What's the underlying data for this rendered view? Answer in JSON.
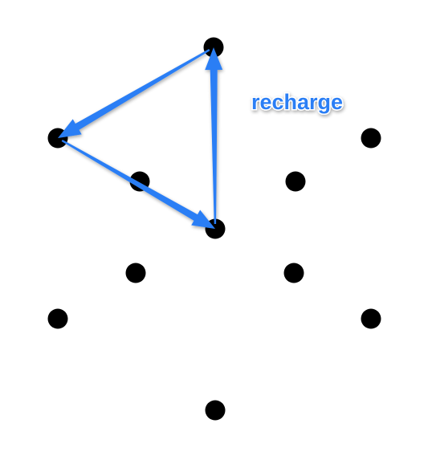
{
  "diagram": {
    "label": "recharge",
    "colors": {
      "arrow": "#2a7ef5",
      "dot": "#000000",
      "background": "#ffffff"
    },
    "dots": [
      {
        "id": "top"
      },
      {
        "id": "upper-left"
      },
      {
        "id": "upper-right"
      },
      {
        "id": "inner-upper-left"
      },
      {
        "id": "inner-upper-right"
      },
      {
        "id": "center"
      },
      {
        "id": "inner-lower-left"
      },
      {
        "id": "inner-lower-right"
      },
      {
        "id": "lower-left"
      },
      {
        "id": "lower-right"
      },
      {
        "id": "bottom"
      }
    ],
    "arrows": [
      {
        "from": "top",
        "to": "upper-left"
      },
      {
        "from": "upper-left",
        "to": "center"
      },
      {
        "from": "center",
        "to": "top"
      }
    ]
  }
}
